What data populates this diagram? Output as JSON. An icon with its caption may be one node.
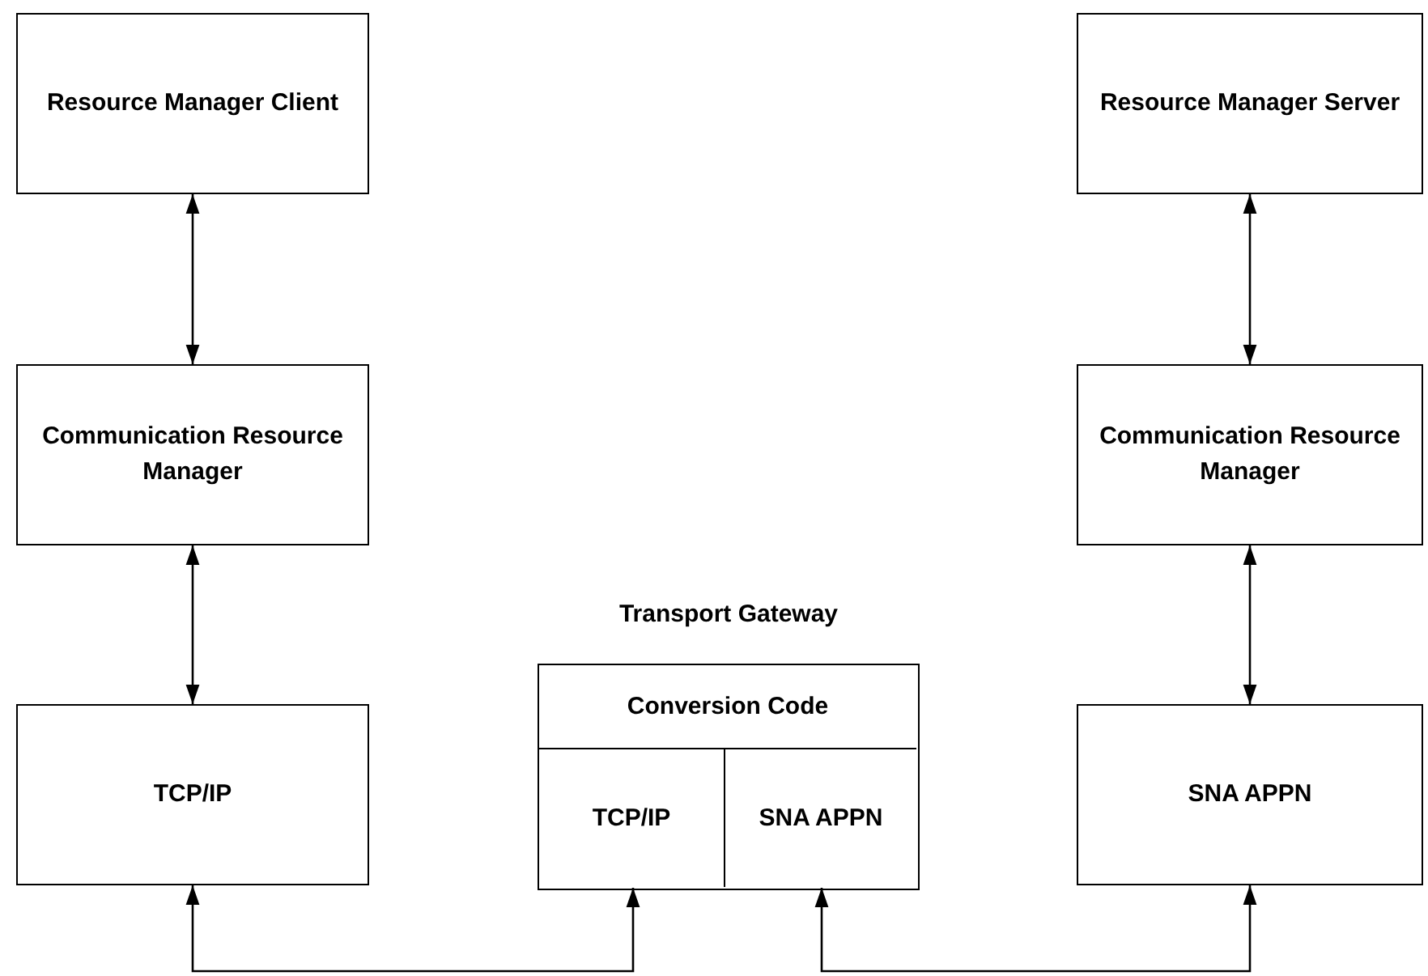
{
  "diagram": {
    "nodes": [
      {
        "text": [
          "Resource Manager Client"
        ]
      },
      {
        "text": [
          "Communication Resource Manager"
        ]
      },
      {
        "text": [
          "TCP/IP"
        ]
      },
      {
        "text": [
          "Transport Gateway"
        ]
      },
      {
        "text": [
          "Conversion Code"
        ],
        "in": 3
      },
      {
        "text": [
          "TCP/IP"
        ],
        "in": 3
      },
      {
        "text": [
          "SNA APPN"
        ],
        "in": 3
      },
      {
        "text": [
          "Resource Manager Server"
        ]
      },
      {
        "text": [
          "Communication Resource Manager"
        ]
      },
      {
        "text": [
          "SNA APPN"
        ]
      }
    ],
    "edges": [
      {
        "from": 0,
        "to": 1,
        "arrow": "both"
      },
      {
        "from": 1,
        "to": 2,
        "arrow": "both"
      },
      {
        "from": 2,
        "to": 5,
        "arrow": "both"
      },
      {
        "from": 6,
        "to": 9,
        "arrow": "both"
      },
      {
        "from": 7,
        "to": 8,
        "arrow": "both"
      },
      {
        "from": 8,
        "to": 9,
        "arrow": "both"
      }
    ]
  }
}
